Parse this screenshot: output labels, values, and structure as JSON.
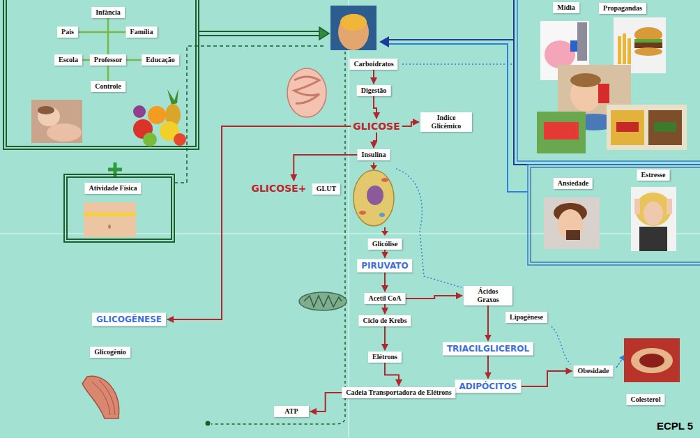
{
  "diagram": {
    "nodes": [
      {
        "text": [
          "Infância"
        ]
      },
      {
        "text": [
          "Pais"
        ]
      },
      {
        "text": [
          "Família"
        ]
      },
      {
        "text": [
          "Escola"
        ]
      },
      {
        "text": [
          "Professor"
        ]
      },
      {
        "text": [
          "Educação"
        ]
      },
      {
        "text": [
          "Controle"
        ]
      },
      {
        "text": [
          "Carboidratos"
        ]
      },
      {
        "text": [
          "Mídia"
        ]
      },
      {
        "text": [
          "Propagandas"
        ]
      },
      {
        "text": [
          "Digestão"
        ]
      },
      {
        "text": [
          "GLICOSE"
        ]
      },
      {
        "text": [
          "Indice Glicêmico"
        ]
      },
      {
        "text": [
          "Insulina"
        ]
      },
      {
        "text": [
          "Ansiedade"
        ]
      },
      {
        "text": [
          "Estresse"
        ]
      },
      {
        "text": [
          "Atividade Física"
        ]
      },
      {
        "text": [
          "GLICOSE+"
        ]
      },
      {
        "text": [
          "GLUT"
        ]
      },
      {
        "text": [
          "Glicólise"
        ]
      },
      {
        "text": [
          "PIRUVATO"
        ]
      },
      {
        "text": [
          "Acetil CoA"
        ]
      },
      {
        "text": [
          "Ácidos Graxos"
        ]
      },
      {
        "text": [
          "Ciclo de Krebs"
        ]
      },
      {
        "text": [
          "GLICOGÊNESE"
        ]
      },
      {
        "text": [
          "Glicogênio"
        ]
      },
      {
        "text": [
          "Elétrons"
        ]
      },
      {
        "text": [
          "TRIACILGLICEROL"
        ]
      },
      {
        "text": [
          "Obesidade"
        ]
      },
      {
        "text": [
          "ADIPÓCITOS"
        ]
      },
      {
        "text": [
          "Colesterol"
        ]
      },
      {
        "text": [
          "Cadeia Transportadora de Elétrons"
        ]
      },
      {
        "text": [
          "ATP"
        ]
      }
    ],
    "edges": [
      {
        "from": 1,
        "to": 2,
        "arrow": "none"
      },
      {
        "from": 0,
        "to": 4,
        "arrow": "none"
      },
      {
        "from": 3,
        "to": 4,
        "arrow": "none"
      },
      {
        "from": 4,
        "to": 5,
        "arrow": "none"
      },
      {
        "from": 4,
        "to": 6,
        "arrow": "none"
      },
      {
        "from": 7,
        "to": 10,
        "arrow": "to"
      },
      {
        "from": 10,
        "to": 11,
        "arrow": "to"
      },
      {
        "from": 11,
        "to": 12,
        "arrow": "to"
      },
      {
        "from": 11,
        "to": 13,
        "arrow": "to"
      },
      {
        "from": 13,
        "to": 17,
        "arrow": "to"
      },
      {
        "from": 11,
        "to": 24,
        "arrow": "to"
      },
      {
        "from": 19,
        "to": 20,
        "arrow": "to"
      },
      {
        "from": 20,
        "to": 21,
        "arrow": "to"
      },
      {
        "from": 21,
        "to": 22,
        "arrow": "to"
      },
      {
        "from": 21,
        "to": 23,
        "arrow": "to"
      },
      {
        "from": 23,
        "to": 26,
        "arrow": "to"
      },
      {
        "from": 26,
        "to": 31,
        "arrow": "to"
      },
      {
        "from": 31,
        "to": 32,
        "arrow": "to"
      },
      {
        "from": 22,
        "to": 27,
        "label": "Lipogênese",
        "arrow": "to"
      },
      {
        "from": 27,
        "to": 29,
        "arrow": "to"
      },
      {
        "from": 29,
        "to": 28,
        "arrow": "to"
      }
    ],
    "labels": [
      "ECPL 5"
    ]
  }
}
